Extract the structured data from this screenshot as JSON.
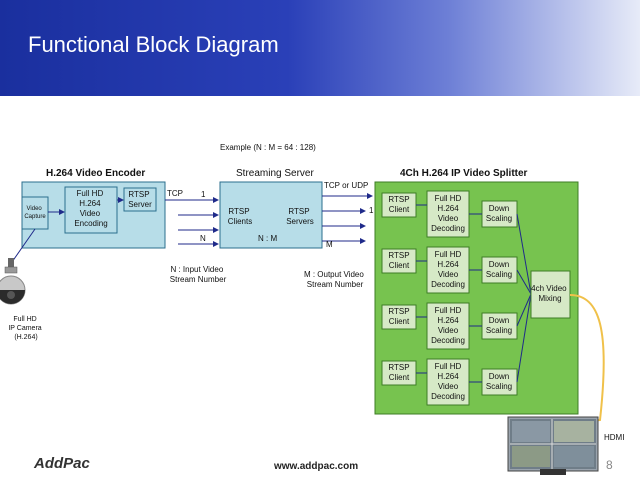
{
  "title": "Functional Block Diagram",
  "example": "Example (N : M = 64 : 128)",
  "encoder": {
    "title": "H.264 Video Encoder",
    "capture": [
      "Video",
      "Capture"
    ],
    "encoding": [
      "Full HD",
      "H.264",
      "Video",
      "Encoding"
    ],
    "rtsp_server": [
      "RTSP",
      "Server"
    ]
  },
  "streaming": {
    "title": "Streaming Server",
    "clients": [
      "RTSP",
      "Clients"
    ],
    "servers": [
      "RTSP",
      "Servers"
    ],
    "ratio": "N : M"
  },
  "links": {
    "tcp": "TCP",
    "tcp_udp": "TCP or UDP",
    "one_in": "1",
    "one_out": "1",
    "n": "N",
    "m": "M"
  },
  "notes": {
    "input": [
      "N : Input Video",
      "Stream Number"
    ],
    "output": [
      "M : Output Video",
      "Stream Number"
    ]
  },
  "splitter": {
    "title": "4Ch H.264 IP Video Splitter",
    "rows": [
      {
        "client": [
          "RTSP",
          "Client"
        ],
        "decoding": [
          "Full HD",
          "H.264",
          "Video",
          "Decoding"
        ],
        "scaling": [
          "Down",
          "Scaling"
        ]
      },
      {
        "client": [
          "RTSP",
          "Client"
        ],
        "decoding": [
          "Full HD",
          "H.264",
          "Video",
          "Decoding"
        ],
        "scaling": [
          "Down",
          "Scaling"
        ]
      },
      {
        "client": [
          "RTSP",
          "Client"
        ],
        "decoding": [
          "Full HD",
          "H.264",
          "Video",
          "Decoding"
        ],
        "scaling": [
          "Down",
          "Scaling"
        ]
      },
      {
        "client": [
          "RTSP",
          "Client"
        ],
        "decoding": [
          "Full HD",
          "H.264",
          "Video",
          "Decoding"
        ],
        "scaling": [
          "Down",
          "Scaling"
        ]
      }
    ],
    "mixing": [
      "4ch Video",
      "Mixing"
    ]
  },
  "camera": [
    "Full HD",
    "IP Camera",
    "(H.264)"
  ],
  "hdmi": "HDMI",
  "footer": {
    "logo": "AddPac",
    "url": "www.addpac.com",
    "page": "8"
  },
  "colors": {
    "header_blue": "#1a2f9e",
    "encoder_fill": "#b7dde8",
    "splitter_fill": "#77c34f",
    "splitter_inner": "#d6e9c6",
    "line_blue": "#1f2a8a",
    "hdmi_cable": "#f0c14a"
  }
}
